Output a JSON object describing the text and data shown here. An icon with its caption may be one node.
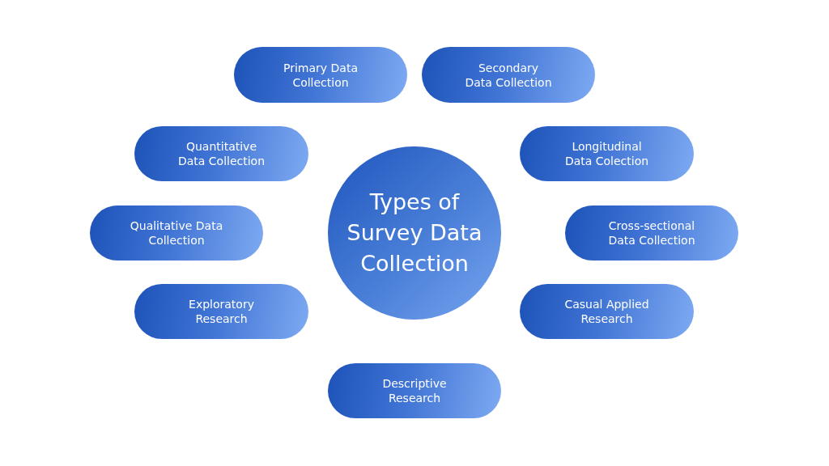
{
  "diagram": {
    "nodes": [
      {
        "text": [
          "Types of Survey Data Collection"
        ]
      },
      {
        "text": [
          "Primary Data Collection"
        ]
      },
      {
        "text": [
          "Secondary Data Collection"
        ]
      },
      {
        "text": [
          "Quantitative Data Collection"
        ]
      },
      {
        "text": [
          "Longitudinal Data Colection"
        ]
      },
      {
        "text": [
          "Qualitative Data Collection"
        ]
      },
      {
        "text": [
          "Cross-sectional Data Collection"
        ]
      },
      {
        "text": [
          "Exploratory Research"
        ]
      },
      {
        "text": [
          "Casual Applied Research"
        ]
      },
      {
        "text": [
          "Descriptive Research"
        ]
      }
    ]
  }
}
